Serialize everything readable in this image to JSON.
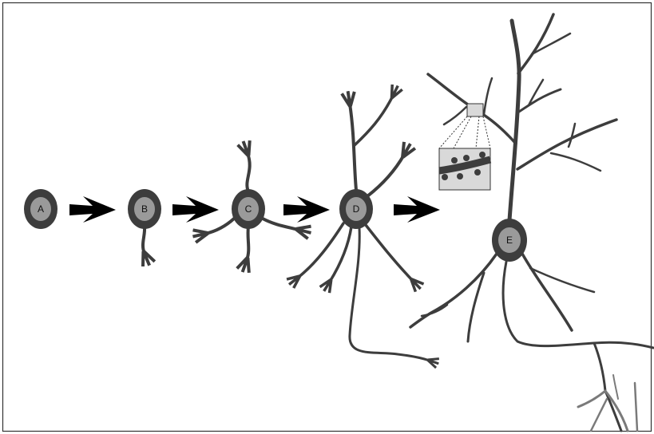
{
  "diagram": {
    "stages": [
      {
        "id": "A",
        "label": "A"
      },
      {
        "id": "B",
        "label": "B"
      },
      {
        "id": "C",
        "label": "C"
      },
      {
        "id": "D",
        "label": "D"
      },
      {
        "id": "E",
        "label": "E"
      }
    ],
    "arrow_count": 4,
    "has_spine_inset": true
  },
  "colors": {
    "membrane": "#3d3d3d",
    "nucleus": "#9a9a9a",
    "arrow": "#000000",
    "inset_bg": "#d9d9d9",
    "axon_branch": "#7a7a7a",
    "frame": "#333333"
  }
}
